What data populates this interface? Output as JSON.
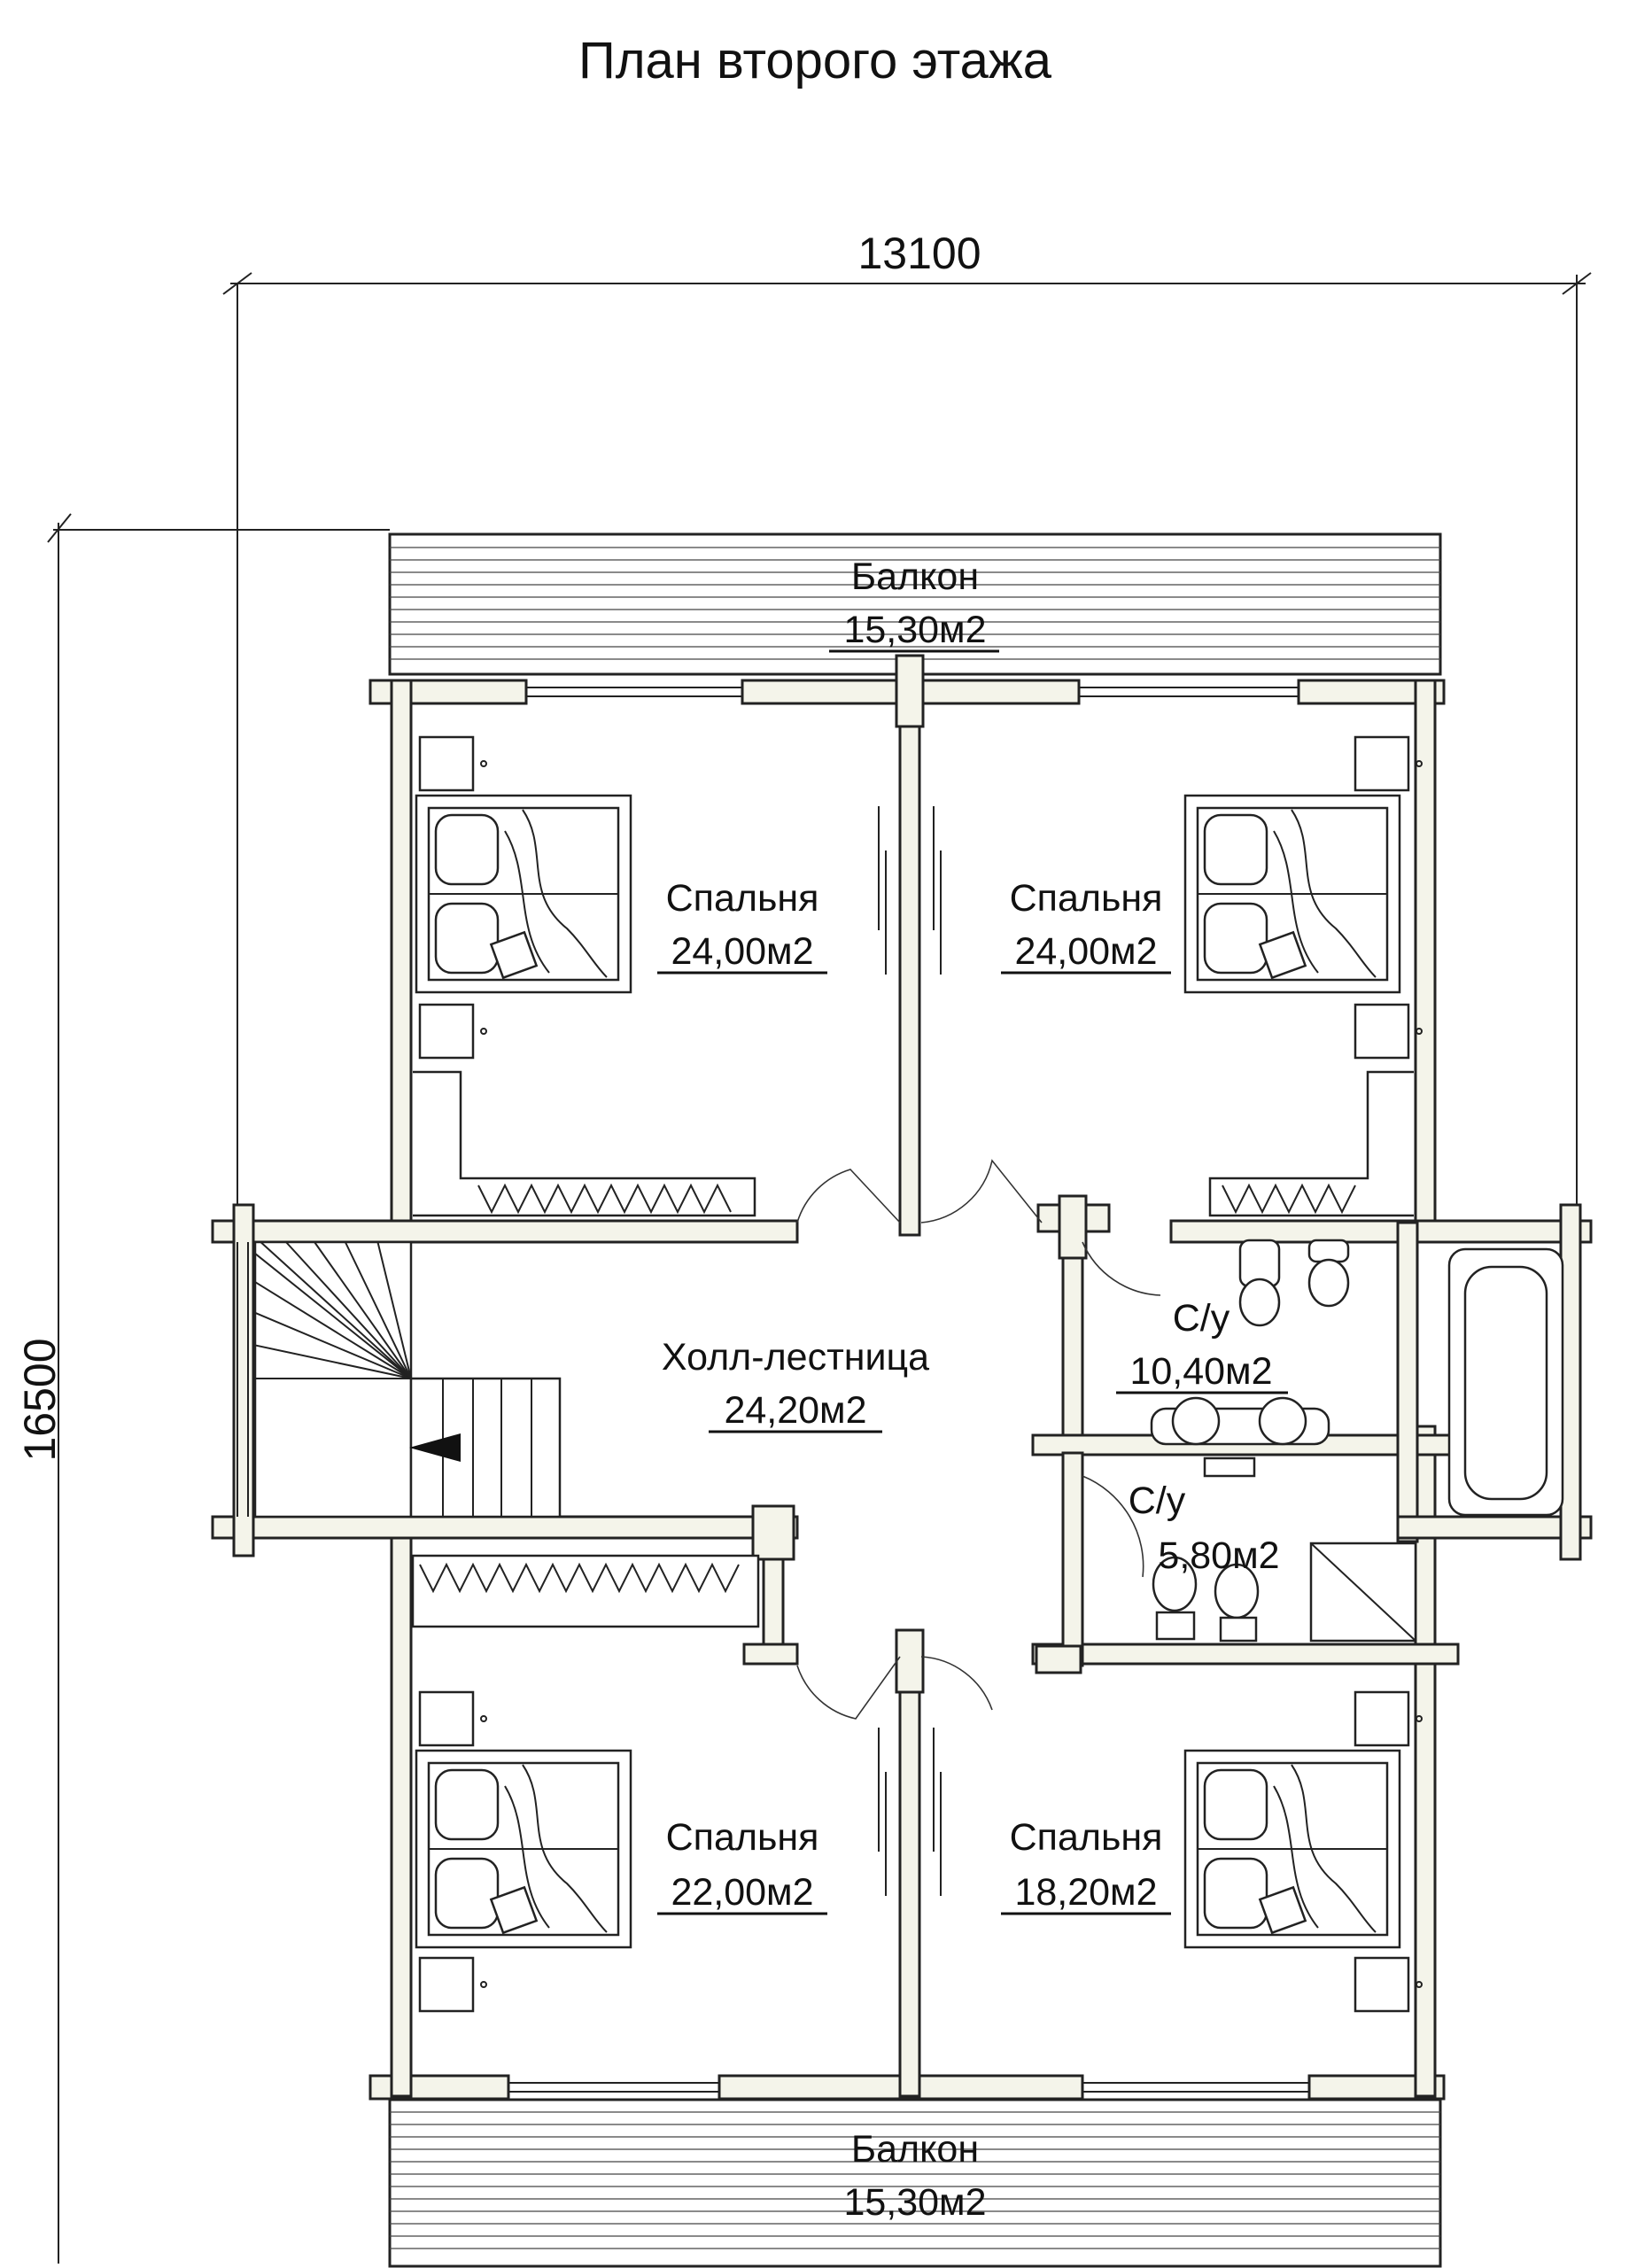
{
  "title": "План второго этажа",
  "dimensions": {
    "width": "13100",
    "height": "16500"
  },
  "rooms": [
    {
      "name": "Балкон",
      "area": "15,30м2"
    },
    {
      "name": "Спальня",
      "area": "24,00м2"
    },
    {
      "name": "Спальня",
      "area": "24,00м2"
    },
    {
      "name": "Холл-лестница",
      "area": "24,20м2"
    },
    {
      "name": "С/у",
      "area": "10,40м2"
    },
    {
      "name": "С/у",
      "area": "5,80м2"
    },
    {
      "name": "Спальня",
      "area": "22,00м2"
    },
    {
      "name": "Спальня",
      "area": "18,20м2"
    },
    {
      "name": "Балкон",
      "area": "15,30м2"
    }
  ]
}
